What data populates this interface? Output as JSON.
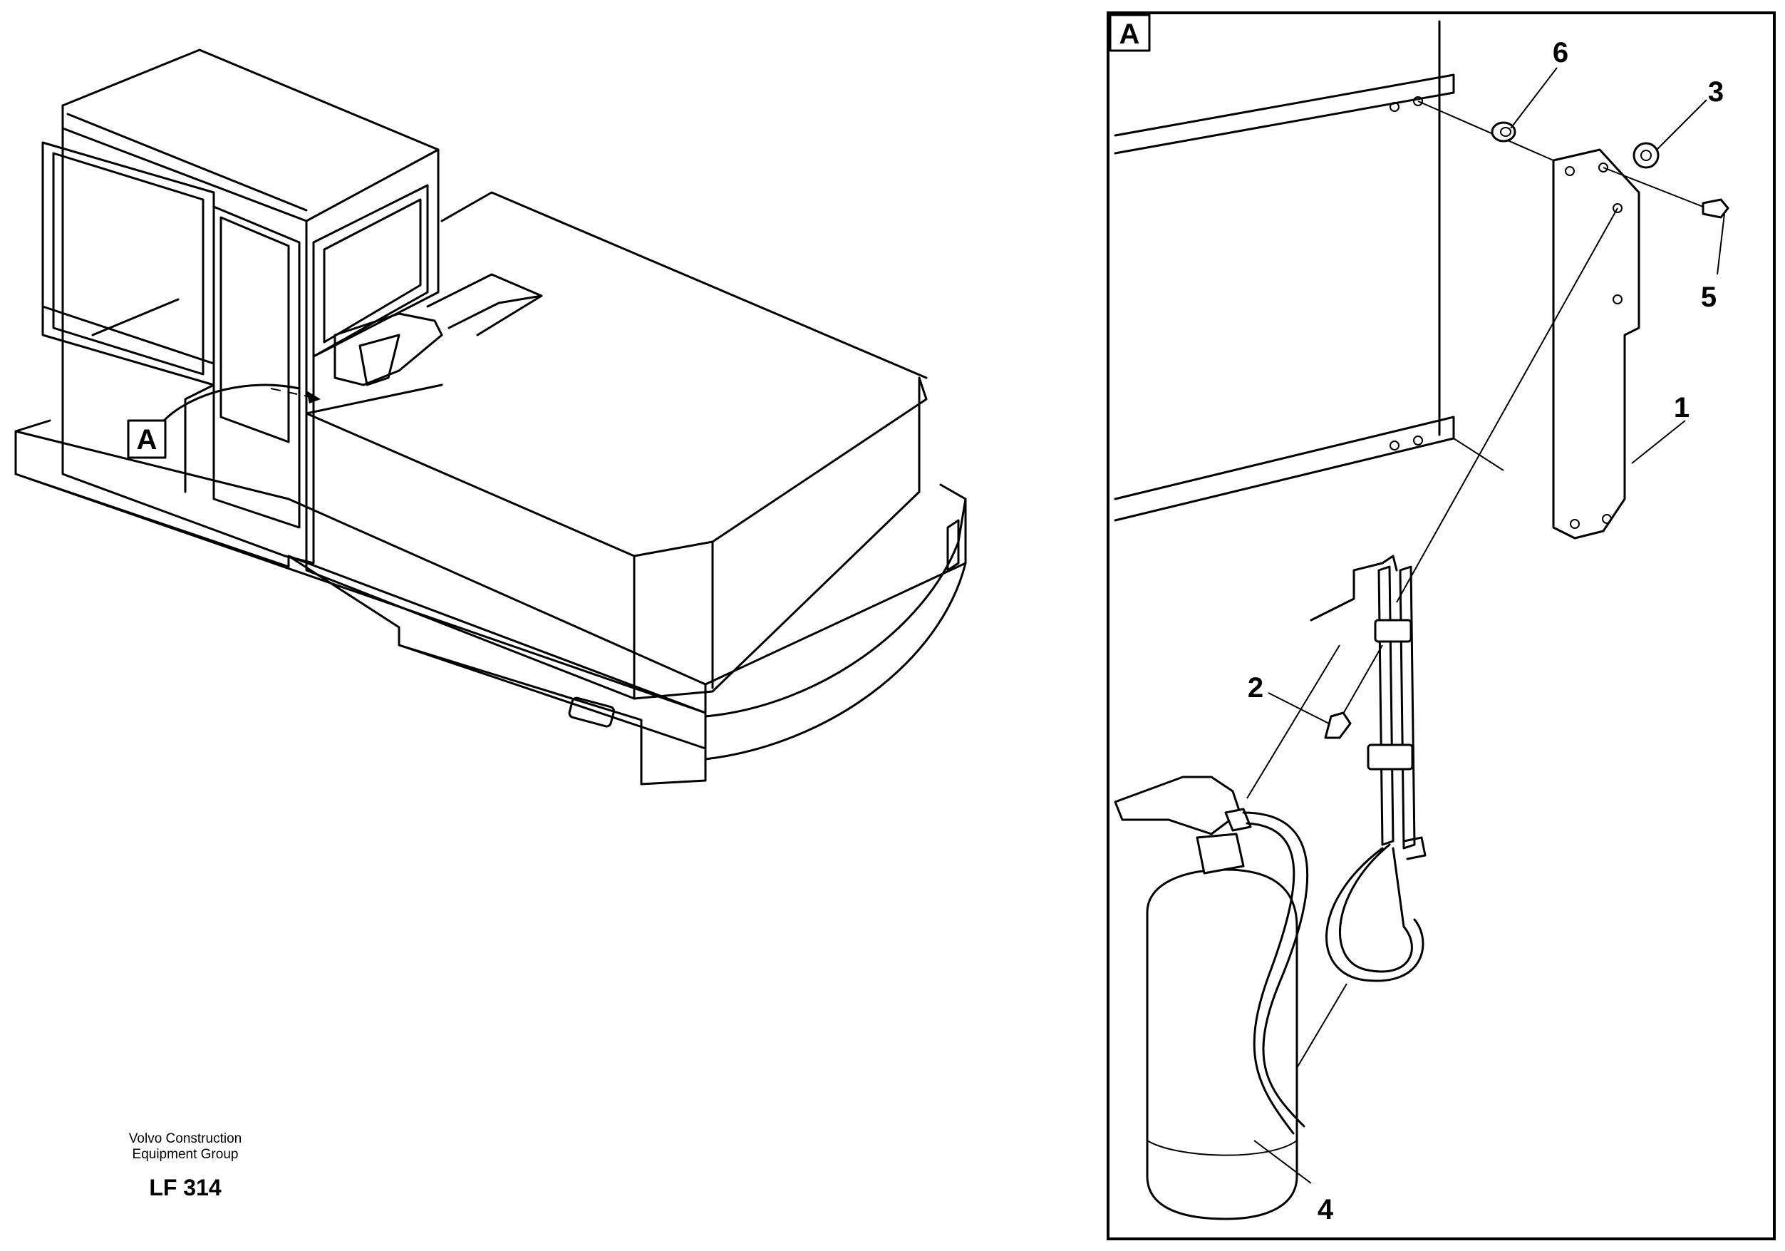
{
  "overview": {
    "callout_label": "A"
  },
  "detail": {
    "frame_label": "A",
    "part_numbers": [
      "1",
      "2",
      "3",
      "4",
      "5",
      "6"
    ]
  },
  "footer": {
    "company_line1": "Volvo Construction",
    "company_line2": "Equipment Group",
    "drawing_code": "LF 314"
  }
}
